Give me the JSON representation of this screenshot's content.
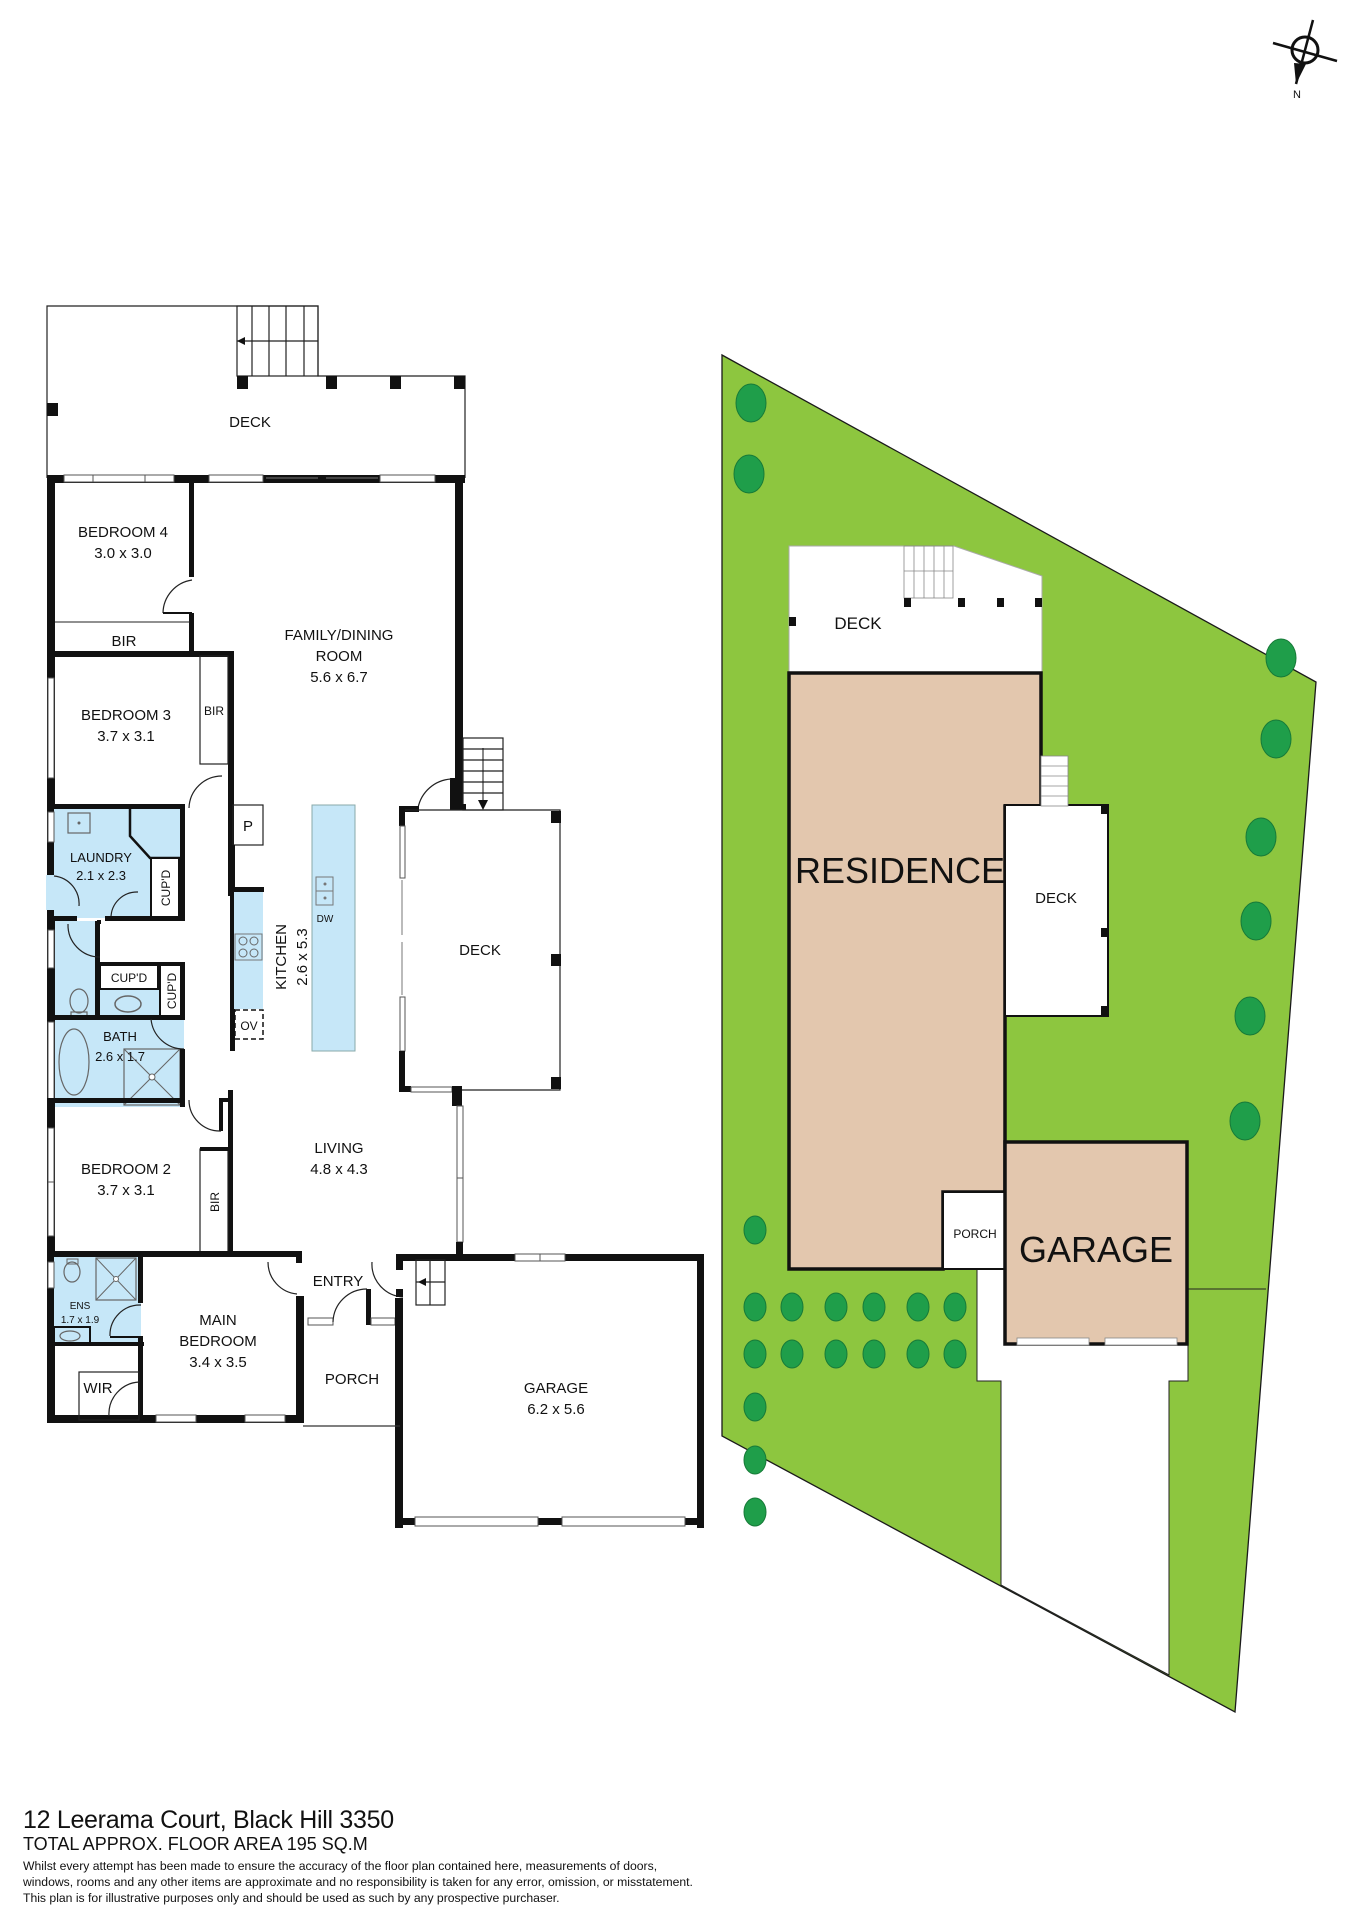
{
  "compass": {
    "label": "N"
  },
  "floor_plan": {
    "rooms": {
      "deck_rear": {
        "name": "DECK"
      },
      "bedroom4": {
        "name": "BEDROOM 4",
        "size": "3.0 x 3.0"
      },
      "bir_bed4": {
        "name": "BIR"
      },
      "family_dining": {
        "name_line1": "FAMILY/DINING",
        "name_line2": "ROOM",
        "size": "5.6 x 6.7"
      },
      "bedroom3": {
        "name": "BEDROOM 3",
        "size": "3.7 x 3.1"
      },
      "bir_bed3": {
        "name": "BIR"
      },
      "pantry": {
        "name": "P"
      },
      "laundry": {
        "name": "LAUNDRY",
        "size": "2.1 x 2.3"
      },
      "cupd_laundry": {
        "name": "CUP'D"
      },
      "cupd_hall1": {
        "name": "CUP'D"
      },
      "cupd_hall2": {
        "name": "CUP'D"
      },
      "kitchen": {
        "name": "KITCHEN",
        "size": "2.6 x 5.3"
      },
      "dishwasher": {
        "name": "DW"
      },
      "oven": {
        "name": "OV"
      },
      "deck_side": {
        "name": "DECK"
      },
      "bath": {
        "name": "BATH",
        "size": "2.6 x 1.7"
      },
      "bedroom2": {
        "name": "BEDROOM 2",
        "size": "3.7 x 3.1"
      },
      "bir_bed2": {
        "name": "BIR"
      },
      "living": {
        "name": "LIVING",
        "size": "4.8 x 4.3"
      },
      "ensuite": {
        "name": "ENS",
        "size": "1.7 x 1.9"
      },
      "main_bedroom": {
        "name_line1": "MAIN",
        "name_line2": "BEDROOM",
        "size": "3.4 x 3.5"
      },
      "wir": {
        "name": "WIR"
      },
      "entry": {
        "name": "ENTRY"
      },
      "porch": {
        "name": "PORCH"
      },
      "garage": {
        "name": "GARAGE",
        "size": "6.2 x 5.6"
      }
    }
  },
  "site_plan": {
    "deck_rear": "DECK",
    "residence": "RESIDENCE",
    "deck_side": "DECK",
    "porch": "PORCH",
    "garage": "GARAGE",
    "colors": {
      "lawn": "#8DC63F",
      "building": "#E3C7AE",
      "tree": "#1F9E4A",
      "wet_area": "#C6E7F8"
    }
  },
  "footer": {
    "address": "12 Leerama Court, Black Hill 3350",
    "floor_area": "TOTAL APPROX. FLOOR AREA 195 SQ.M",
    "disclaimer_line1": "Whilst every attempt has been made to ensure the accuracy of the floor plan contained here, measurements of doors,",
    "disclaimer_line2": "windows, rooms and any other items are approximate and no responsibility is taken for any error, omission, or misstatement.",
    "disclaimer_line3": "This plan is for illustrative purposes only and should be used as such by any prospective purchaser."
  }
}
